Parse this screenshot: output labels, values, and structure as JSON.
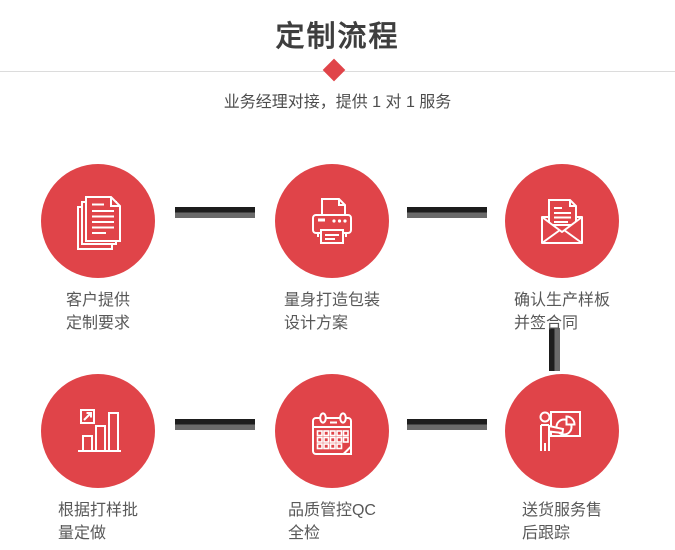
{
  "header": {
    "title": "定制流程",
    "subtitle": "业务经理对接，提供 1 对 1 服务"
  },
  "colors": {
    "accent_red": "#e04449",
    "connector_dark": "#1d1d1d",
    "connector_gray": "#6a6a6a",
    "divider_line": "#dcdcdc",
    "title_text": "#3e3e3e",
    "subtitle_text": "#4d4d4d",
    "label_text": "#585858"
  },
  "steps": [
    {
      "icon": "documents-icon",
      "line1": "客户提供",
      "line2": "定制要求"
    },
    {
      "icon": "printer-icon",
      "line1": "量身打造包装",
      "line2": "设计方案"
    },
    {
      "icon": "envelope-icon",
      "line1": "确认生产样板",
      "line2": "并签合同"
    },
    {
      "icon": "bar-chart-icon",
      "line1": "根据打样批",
      "line2": "量定做"
    },
    {
      "icon": "calendar-icon",
      "line1": "品质管控QC",
      "line2": "全检"
    },
    {
      "icon": "presentation-icon",
      "line1": "送货服务售",
      "line2": "后跟踪"
    }
  ]
}
